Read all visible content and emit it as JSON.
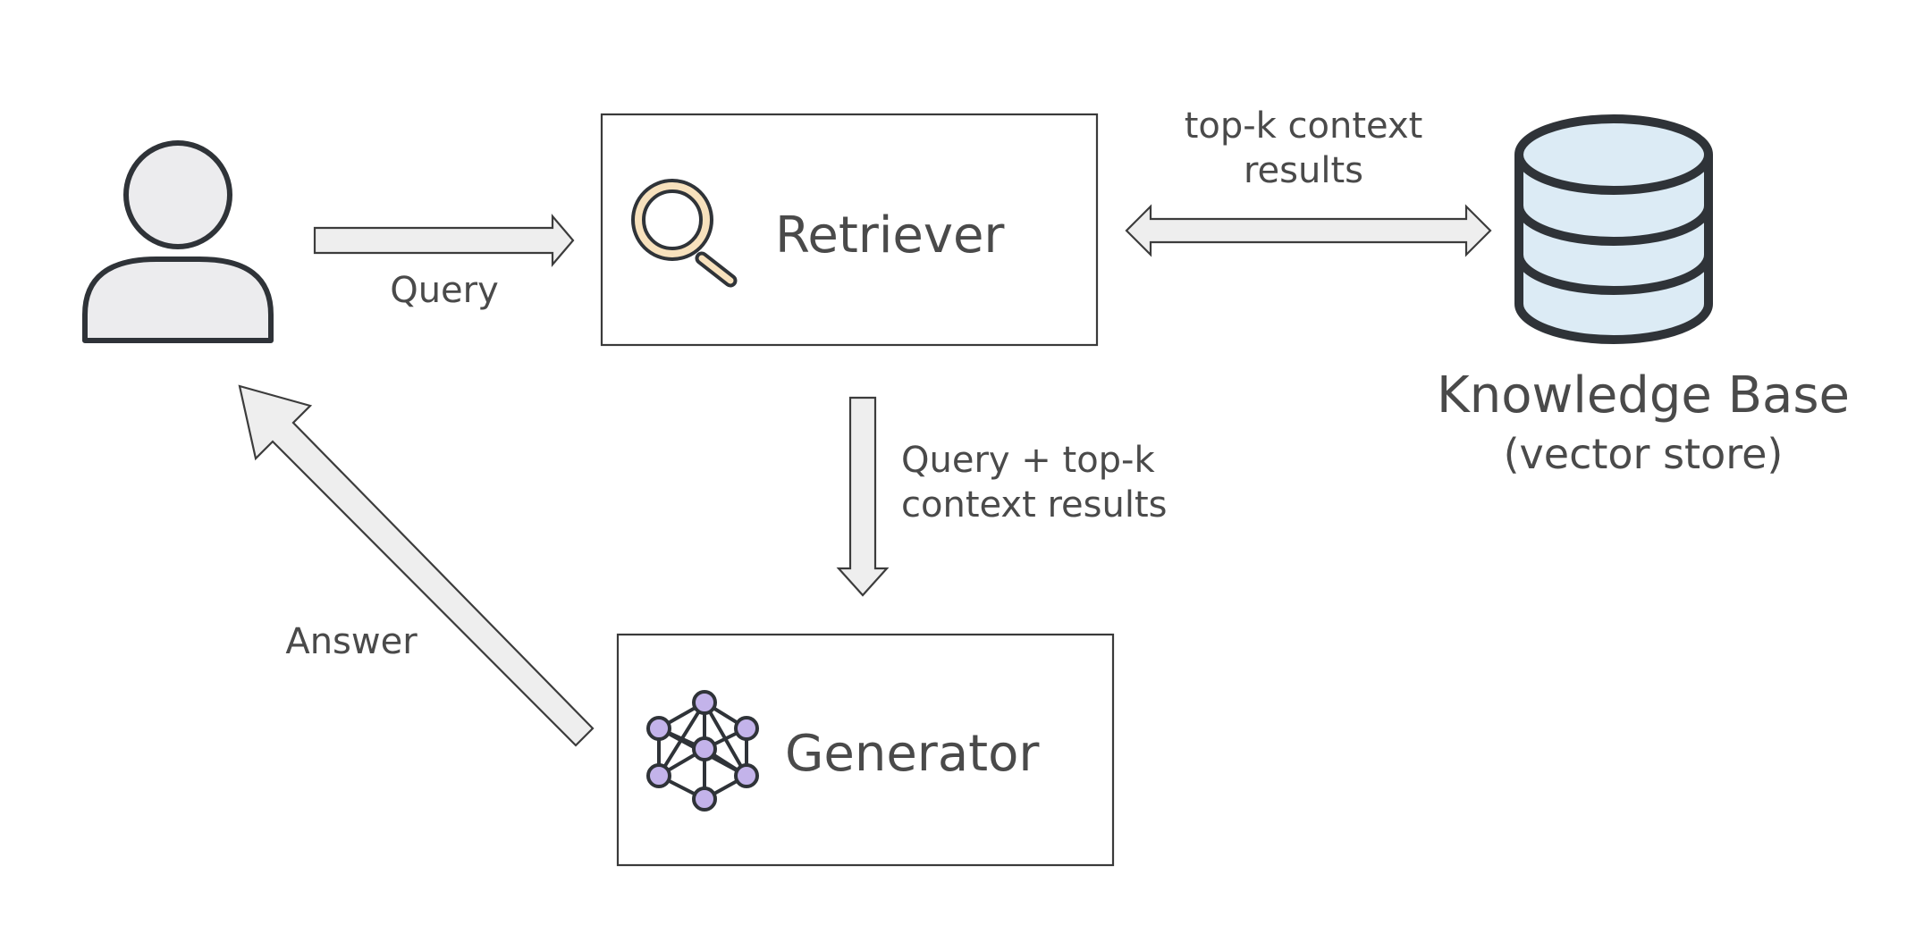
{
  "user": {
    "icon": "user-icon"
  },
  "retriever": {
    "label": "Retriever",
    "icon": "magnifier-icon"
  },
  "generator": {
    "label": "Generator",
    "icon": "neural-network-icon"
  },
  "knowledge_base": {
    "label": "Knowledge Base",
    "sublabel": "(vector store)",
    "icon": "database-icon"
  },
  "edges": {
    "query": "Query",
    "topk_line1": "top-k context",
    "topk_line2": "results",
    "query_topk_line1": "Query + top-k",
    "query_topk_line2": "context results",
    "answer": "Answer"
  },
  "colors": {
    "arrow_fill": "#eeeeee",
    "outline": "#3a3a3a",
    "user_fill": "#ececee",
    "magnifier_fill": "#f7e1bd",
    "database_fill": "#dcebf5",
    "network_node_fill": "#c3b3ea"
  }
}
